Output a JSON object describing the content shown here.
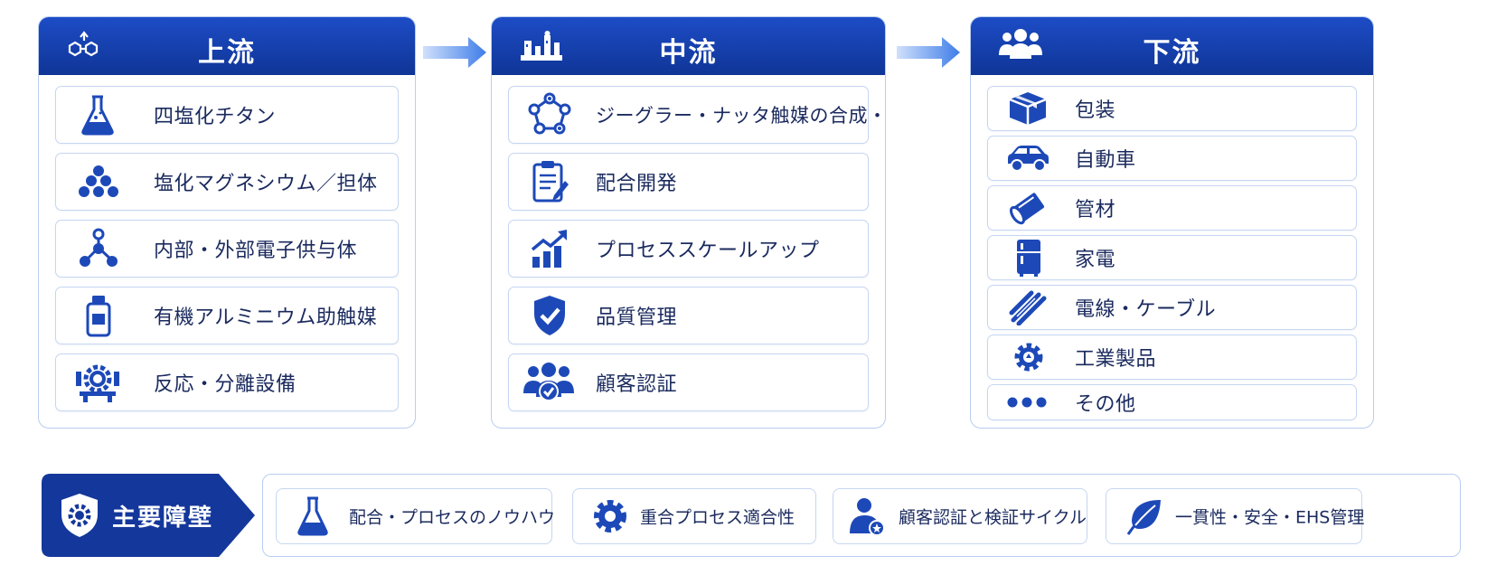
{
  "clipped_title": "",
  "columns": {
    "upstream": {
      "title": "上流",
      "items": [
        "四塩化チタン",
        "塩化マグネシウム／担体",
        "内部・外部電子供与体",
        "有機アルミニウム助触媒",
        "反応・分離設備"
      ]
    },
    "midstream": {
      "title": "中流",
      "items": [
        "ジーグラー・ナッタ触媒の合成・製造",
        "配合開発",
        "プロセススケールアップ",
        "品質管理",
        "顧客認証"
      ]
    },
    "downstream": {
      "title": "下流",
      "items": [
        "包装",
        "自動車",
        "管材",
        "家電",
        "電線・ケーブル",
        "工業製品",
        "その他"
      ]
    }
  },
  "barriers": {
    "title": "主要障壁",
    "items": [
      "配合・プロセスのノウハウ",
      "重合プロセス適合性",
      "顧客認証と検証サイクル",
      "一貫性・安全・EHS管理"
    ]
  },
  "colors": {
    "primary": "#14379b",
    "header": "#1d4cc6",
    "border": "#b9cdf0",
    "arrow": "#4b86ee"
  }
}
